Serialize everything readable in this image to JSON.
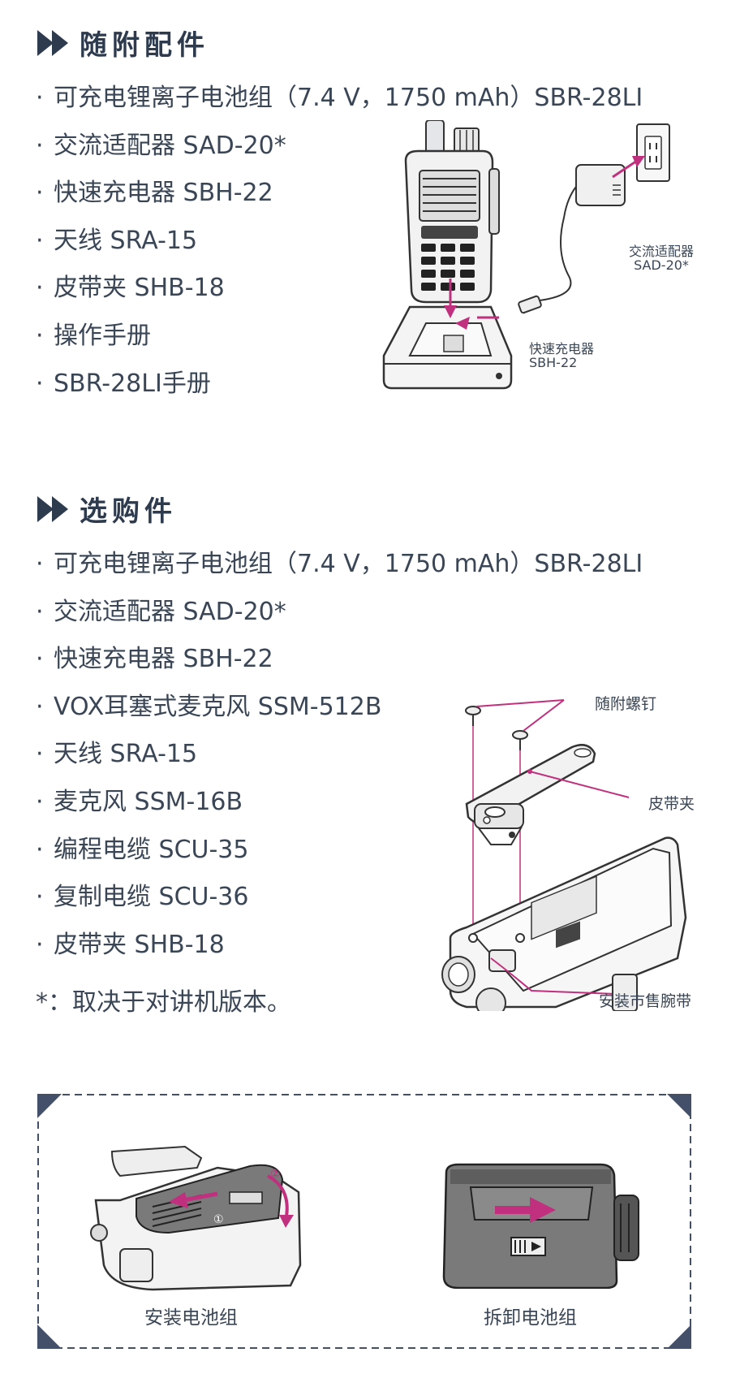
{
  "supplied": {
    "heading": "随附配件",
    "items": [
      "可充电锂离子电池组（7.4 V，1750 mAh）SBR-28LI",
      "交流适配器 SAD-20*",
      "快速充电器 SBH-22",
      "天线 SRA-15",
      "皮带夹 SHB-18",
      "操作手册",
      "SBR-28LI手册"
    ],
    "diagram": {
      "adapter_label_1": "交流适配器",
      "adapter_label_2": "SAD-20*",
      "charger_label_1": "快速充电器",
      "charger_label_2": "SBH-22"
    }
  },
  "optional": {
    "heading": "选购件",
    "items": [
      "可充电锂离子电池组（7.4 V，1750 mAh）SBR-28LI",
      "交流适配器 SAD-20*",
      "快速充电器 SBH-22",
      "VOX耳塞式麦克风 SSM-512B",
      "天线 SRA-15",
      "麦克风 SSM-16B",
      "编程电缆 SCU-35",
      "复制电缆 SCU-36",
      "皮带夹 SHB-18"
    ],
    "note": "*：取决于对讲机版本。",
    "diagram": {
      "screws_label": "随附螺钉",
      "clip_label": "皮带夹",
      "strap_label": "安装市售腕带"
    }
  },
  "battery": {
    "install_label": "安装电池组",
    "remove_label": "拆卸电池组",
    "step1": "①",
    "step2": "②"
  },
  "colors": {
    "heading": "#2e3b4e",
    "text": "#3a4656",
    "accent_magenta": "#c0307e",
    "frame_dash": "#44506a"
  }
}
